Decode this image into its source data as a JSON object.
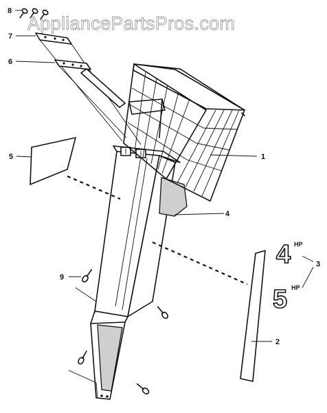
{
  "watermark": "AppliancePartsPros.com",
  "callouts": {
    "c1": "1",
    "c2": "2",
    "c3": "3",
    "c4": "4",
    "c5": "5",
    "c6": "6",
    "c7": "7",
    "c8": "8",
    "c9": "9"
  },
  "decals": {
    "four": "4",
    "five": "5",
    "hp": "HP"
  }
}
